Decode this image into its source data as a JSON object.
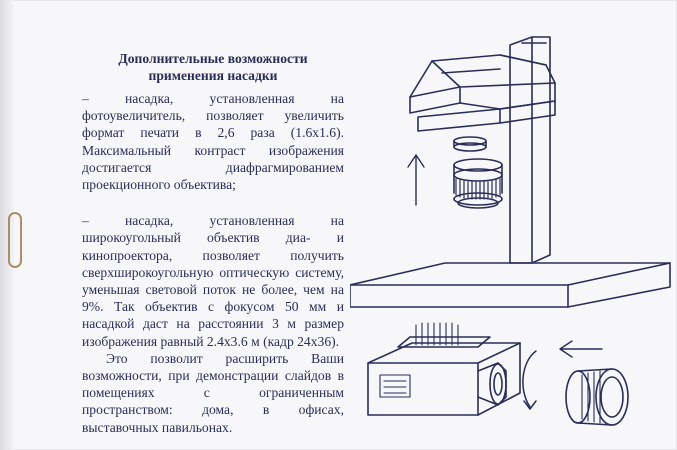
{
  "title_line1": "Дополнительные возможности",
  "title_line2": "применения насадки",
  "paragraphs": [
    "– насадка, установленная на фотоувеличитель, позволяет увеличить формат печати в 2,6 раза (1.6x1.6). Максимальный контраст изображения достигается диафрагмированием проекционного объектива;",
    "– насадка, установленная на широкоугольный объектив диа- и кинопроектора, позволяет получить сверхширокоугольную оптическую систему, уменьшая световой поток не более, чем на 9%. Так объектив с фокусом 50 мм и насадкой даст на расстоянии 3 м размер изображения равный 2.4x3.6 м (кадр 24x36).",
    "Это позволит расширить Ваши возможности, при демонстрации слайдов в помещениях с ограниченным пространством: дома, в офисах, выставочных павильонах."
  ],
  "colors": {
    "ink": "#2a2d57",
    "paper": "#f7f7f9"
  },
  "illustrations": [
    "enlarger-with-attachment-illustration",
    "projector-with-attachment-illustration"
  ]
}
